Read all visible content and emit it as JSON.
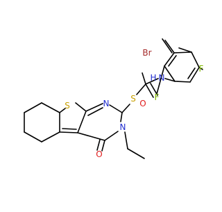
{
  "molecule": {
    "atoms": {
      "S_thiophene": "S",
      "N_ring1": "N",
      "S_thioether": "S",
      "O_amide": "O",
      "N_amide": "N",
      "H_amide": "H",
      "Br": "Br",
      "F_para": "F",
      "F_ortho": "F",
      "N_ring2": "N",
      "O_carbonyl": "O"
    },
    "colors": {
      "bond": "#000000",
      "sulfur": "#c8a000",
      "nitrogen": "#1f2ccf",
      "oxygen": "#e01b1b",
      "bromine": "#a52a2a",
      "fluorine": "#7fb800"
    }
  }
}
